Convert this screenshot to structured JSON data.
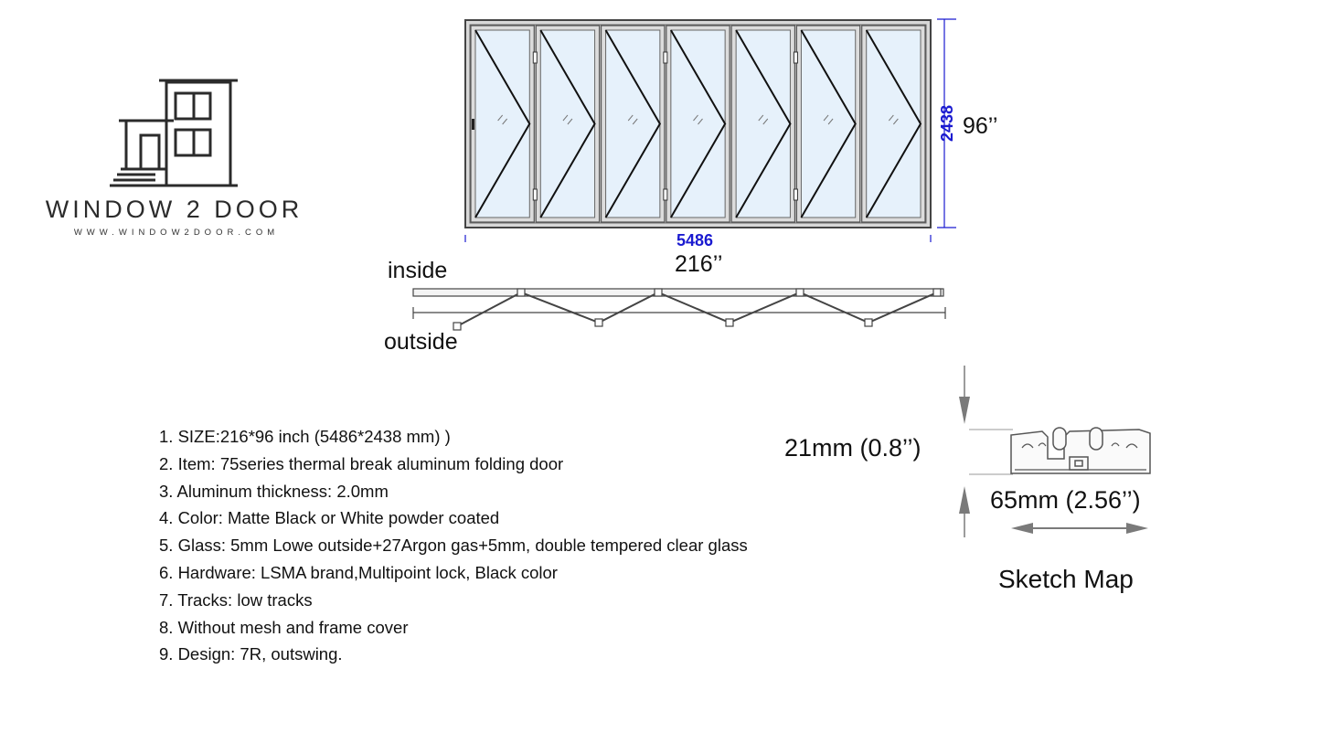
{
  "brand": {
    "name": "WINDOW 2 DOOR",
    "url": "WWW.WINDOW2DOOR.COM"
  },
  "elevation": {
    "width_mm": "5486",
    "height_mm": "2438",
    "width_in": "216’’",
    "height_in": "96’’",
    "panel_count": 7,
    "dimension_color": "#1a1ad0"
  },
  "plan": {
    "inside_label": "inside",
    "outside_label": "outside"
  },
  "specs": [
    "1. SIZE:216*96 inch (5486*2438 mm) )",
    "2. Item: 75series thermal break aluminum folding door",
    "3. Aluminum thickness: 2.0mm",
    "4. Color:  Matte Black or White powder coated",
    "5. Glass: 5mm Lowe outside+27Argon gas+5mm, double tempered clear glass",
    "6. Hardware: LSMA brand,Multipoint lock, Black color",
    "7. Tracks: low tracks",
    "8. Without mesh and frame cover",
    "9. Design:   7R,   outswing."
  ],
  "profile": {
    "height_label": "21mm (0.8’’)",
    "width_label": "65mm (2.56’’)",
    "title": "Sketch Map"
  }
}
